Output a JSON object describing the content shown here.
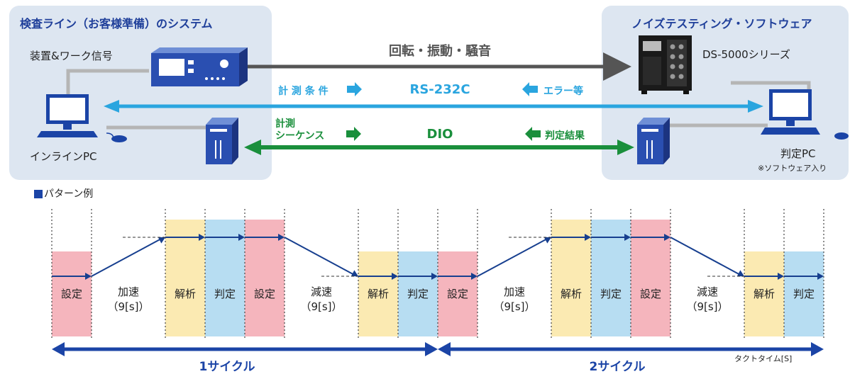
{
  "system_panel": {
    "title": "検査ライン（お客様準備）のシステム",
    "device_label": "装置&ワーク信号",
    "pc_label": "インラインPC"
  },
  "software_panel": {
    "title": "ノイズテスティング・ソフトウェア",
    "device_label": "DS-5000シリーズ",
    "pc_label": "判定PC",
    "pc_note": "※ソフトウェア入り"
  },
  "links": {
    "signal": "回転・振動・騒音",
    "rs232c": {
      "name": "RS-232C",
      "left": "計 測 条 件",
      "right": "エラー等"
    },
    "dio": {
      "name": "DIO",
      "left_line1": "計測",
      "left_line2": "シーケンス",
      "right": "判定結果"
    }
  },
  "colors": {
    "panel": "#dde6f1",
    "blue_link": "#2aa5df",
    "green_link": "#1a8f3c",
    "gray_link": "#555555",
    "navy": "#173f8f",
    "setting": "#f5b5bd",
    "analysis": "#fbeab2",
    "judge": "#b7ddf2"
  },
  "pattern": {
    "title": "パターン例",
    "cells": [
      {
        "label": "設定",
        "type": "setting"
      },
      {
        "label": "加速",
        "sub": "（9[s]）",
        "type": "accel"
      },
      {
        "label": "解析",
        "type": "analysis"
      },
      {
        "label": "判定",
        "type": "judge"
      },
      {
        "label": "設定",
        "type": "setting"
      },
      {
        "label": "減速",
        "sub": "（9[s]）",
        "type": "decel"
      },
      {
        "label": "解析",
        "type": "analysis"
      },
      {
        "label": "判定",
        "type": "judge"
      },
      {
        "label": "設定",
        "type": "setting"
      },
      {
        "label": "加速",
        "sub": "（9[s]）",
        "type": "accel"
      },
      {
        "label": "解析",
        "type": "analysis"
      },
      {
        "label": "判定",
        "type": "judge"
      },
      {
        "label": "設定",
        "type": "setting"
      },
      {
        "label": "減速",
        "sub": "（9[s]）",
        "type": "decel"
      },
      {
        "label": "解析",
        "type": "analysis"
      },
      {
        "label": "判定",
        "type": "judge"
      }
    ],
    "cycle1": "1サイクル",
    "cycle2": "2サイクル",
    "time_label": "タクトタイム[S]"
  }
}
